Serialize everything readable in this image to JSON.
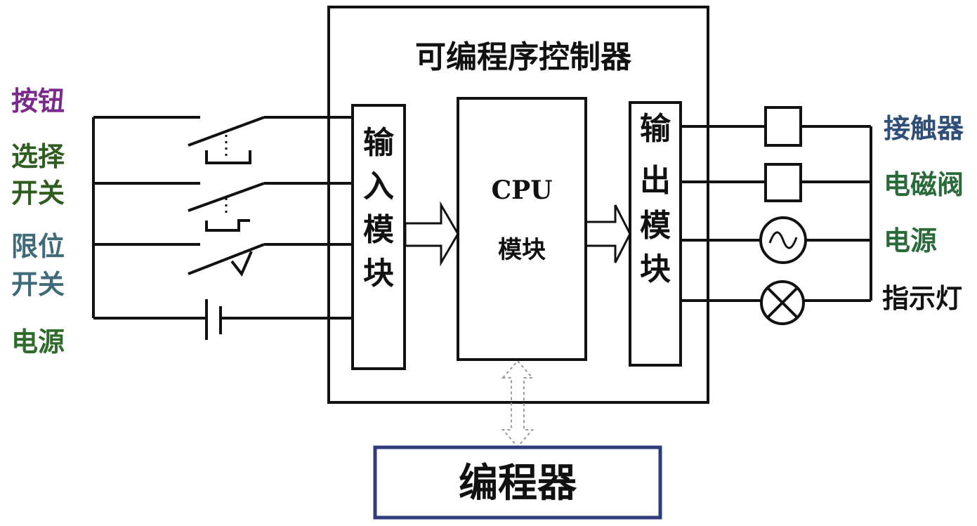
{
  "plc": {
    "title": "可编程序控制器",
    "input_module": [
      "输",
      "入",
      "模",
      "块"
    ],
    "cpu_line1": "CPU",
    "cpu_line2": "模块",
    "output_module": [
      "输",
      "出",
      "模",
      "块"
    ]
  },
  "programmer": {
    "label": "编程器"
  },
  "inputs": {
    "button": "按钮",
    "selector_line1": "选择",
    "selector_line2": "开关",
    "limit_line1": "限位",
    "limit_line2": "开关",
    "power": "电源"
  },
  "outputs": {
    "contactor": "接触器",
    "solenoid": "电磁阀",
    "power": "电源",
    "indicator": "指示灯"
  },
  "colors": {
    "button": "#7a2a8a",
    "selector": "#2f5d1f",
    "limit": "#3f6b78",
    "input_power": "#2f6b2a",
    "contactor": "#2f4f78",
    "solenoid": "#2a6a3a",
    "output_power": "#2a6a3a",
    "indicator": "#111111",
    "programmer_border": "#2f3b7a"
  }
}
